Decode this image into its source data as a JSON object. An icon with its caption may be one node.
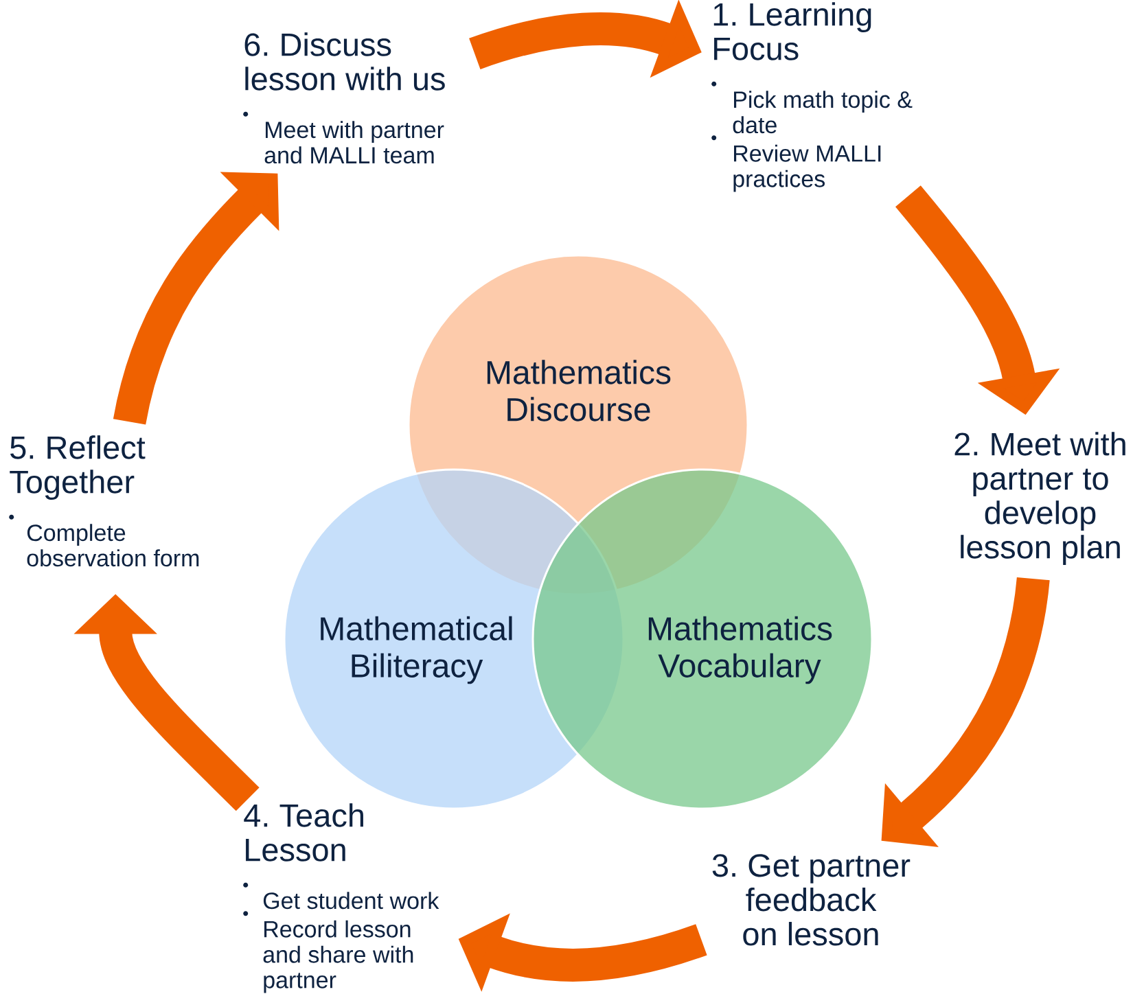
{
  "diagram": {
    "nodes": [
      {
        "text": [
          "1. Learning Focus",
          "Pick math topic & date",
          "Review MALLI practices"
        ]
      },
      {
        "text": [
          "2. Meet with partner to develop lesson plan"
        ]
      },
      {
        "text": [
          "3. Get partner feedback on lesson"
        ]
      },
      {
        "text": [
          "4. Teach Lesson",
          "Get student work",
          "Record lesson and share with partner"
        ]
      },
      {
        "text": [
          "5. Reflect Together",
          "Complete observation form"
        ]
      },
      {
        "text": [
          "6. Discuss lesson with us",
          "Meet with partner and MALLI team"
        ]
      },
      {
        "text": [
          "Mathematics Discourse"
        ]
      },
      {
        "text": [
          "Mathematical Biliteracy"
        ]
      },
      {
        "text": [
          "Mathematics Vocabulary"
        ]
      }
    ],
    "edges": [
      {
        "from": 5,
        "to": 0,
        "arrow": "to"
      },
      {
        "from": 0,
        "to": 1,
        "arrow": "to"
      },
      {
        "from": 1,
        "to": 2,
        "arrow": "to"
      },
      {
        "from": 2,
        "to": 3,
        "arrow": "to"
      },
      {
        "from": 3,
        "to": 4,
        "arrow": "to"
      },
      {
        "from": 4,
        "to": 5,
        "arrow": "to"
      }
    ]
  }
}
